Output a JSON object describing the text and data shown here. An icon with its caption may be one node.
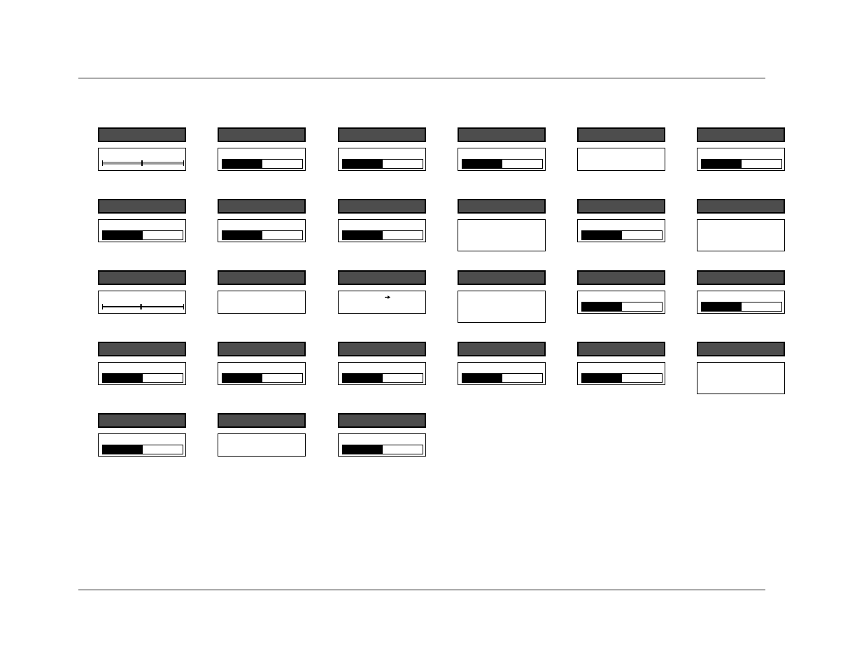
{
  "diagram": {
    "nodes": [
      {
        "text": [],
        "shape": "band"
      },
      {
        "text": [],
        "shape": "box"
      },
      {
        "text": [],
        "shape": "slider",
        "in": 1
      },
      {
        "text": [],
        "shape": "band"
      },
      {
        "text": [],
        "shape": "box"
      },
      {
        "text": [],
        "shape": "bar",
        "in": 4
      },
      {
        "text": [],
        "shape": "band"
      },
      {
        "text": [],
        "shape": "box"
      },
      {
        "text": [],
        "shape": "bar",
        "in": 7
      },
      {
        "text": [],
        "shape": "band"
      },
      {
        "text": [],
        "shape": "box"
      },
      {
        "text": [],
        "shape": "bar",
        "in": 10
      },
      {
        "text": [],
        "shape": "band"
      },
      {
        "text": [],
        "shape": "box"
      },
      {
        "text": [],
        "shape": "band"
      },
      {
        "text": [],
        "shape": "box"
      },
      {
        "text": [],
        "shape": "bar",
        "in": 15
      },
      {
        "text": [],
        "shape": "band"
      },
      {
        "text": [],
        "shape": "box"
      },
      {
        "text": [],
        "shape": "bar",
        "in": 18
      },
      {
        "text": [],
        "shape": "band"
      },
      {
        "text": [],
        "shape": "box"
      },
      {
        "text": [],
        "shape": "bar",
        "in": 21
      },
      {
        "text": [],
        "shape": "band"
      },
      {
        "text": [],
        "shape": "box"
      },
      {
        "text": [],
        "shape": "bar",
        "in": 24
      },
      {
        "text": [],
        "shape": "band"
      },
      {
        "text": [],
        "shape": "box"
      },
      {
        "text": [],
        "shape": "band"
      },
      {
        "text": [],
        "shape": "box"
      },
      {
        "text": [],
        "shape": "bar",
        "in": 29
      },
      {
        "text": [],
        "shape": "band"
      },
      {
        "text": [],
        "shape": "box"
      },
      {
        "text": [],
        "shape": "band"
      },
      {
        "text": [],
        "shape": "box"
      },
      {
        "text": [],
        "shape": "slider",
        "in": 34
      },
      {
        "text": [],
        "shape": "band"
      },
      {
        "text": [],
        "shape": "box"
      },
      {
        "text": [],
        "shape": "band"
      },
      {
        "text": [],
        "shape": "box"
      },
      {
        "text": [],
        "shape": "arrow",
        "in": 39
      },
      {
        "text": [],
        "shape": "band"
      },
      {
        "text": [],
        "shape": "box"
      },
      {
        "text": [],
        "shape": "band"
      },
      {
        "text": [],
        "shape": "box"
      },
      {
        "text": [],
        "shape": "bar",
        "in": 44
      },
      {
        "text": [],
        "shape": "band"
      },
      {
        "text": [],
        "shape": "box"
      },
      {
        "text": [],
        "shape": "bar",
        "in": 47
      },
      {
        "text": [],
        "shape": "band"
      },
      {
        "text": [],
        "shape": "box"
      },
      {
        "text": [],
        "shape": "bar",
        "in": 50
      },
      {
        "text": [],
        "shape": "band"
      },
      {
        "text": [],
        "shape": "box"
      },
      {
        "text": [],
        "shape": "bar",
        "in": 53
      },
      {
        "text": [],
        "shape": "band"
      },
      {
        "text": [],
        "shape": "box"
      },
      {
        "text": [],
        "shape": "bar",
        "in": 56
      },
      {
        "text": [],
        "shape": "band"
      },
      {
        "text": [],
        "shape": "box"
      },
      {
        "text": [],
        "shape": "bar",
        "in": 59
      },
      {
        "text": [],
        "shape": "band"
      },
      {
        "text": [],
        "shape": "box"
      },
      {
        "text": [],
        "shape": "bar",
        "in": 62
      },
      {
        "text": [],
        "shape": "band"
      },
      {
        "text": [],
        "shape": "box"
      },
      {
        "text": [],
        "shape": "band"
      },
      {
        "text": [],
        "shape": "box"
      },
      {
        "text": [],
        "shape": "bar",
        "in": 67
      },
      {
        "text": [],
        "shape": "band"
      },
      {
        "text": [],
        "shape": "box"
      },
      {
        "text": [],
        "shape": "band"
      },
      {
        "text": [],
        "shape": "box"
      },
      {
        "text": [],
        "shape": "bar",
        "in": 72
      }
    ]
  }
}
